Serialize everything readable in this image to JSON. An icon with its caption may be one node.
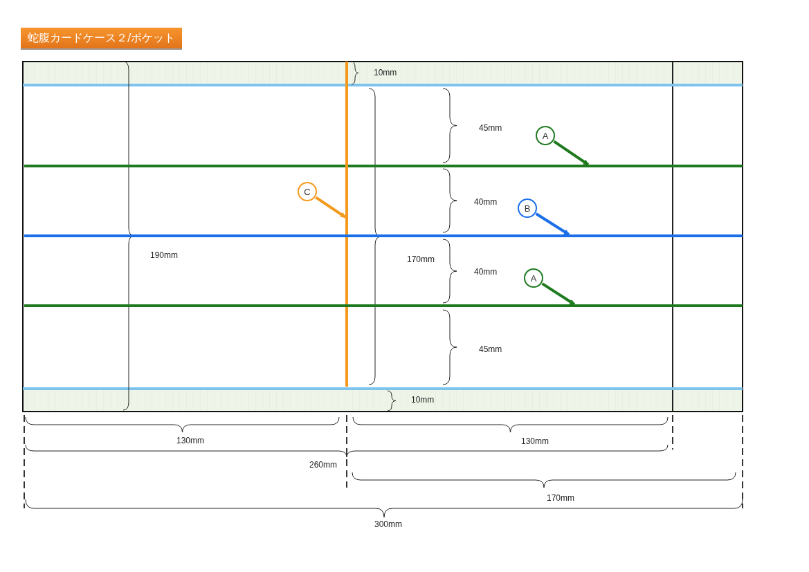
{
  "diagram": {
    "title": "蛇腹カードケース２/ポケット",
    "nodes": [
      {
        "text": [
          "A"
        ]
      },
      {
        "text": [],
        "shape": "bar"
      },
      {
        "text": [
          "C"
        ]
      },
      {
        "text": [],
        "shape": "bar"
      },
      {
        "text": [
          "B"
        ]
      },
      {
        "text": [],
        "shape": "bar"
      },
      {
        "text": [
          "A"
        ]
      },
      {
        "text": [],
        "shape": "bar"
      }
    ],
    "edges": [
      {
        "from": 0,
        "to": 1,
        "arrow": "to"
      },
      {
        "from": 2,
        "to": 3,
        "arrow": "to",
        "color": "#f39a1e"
      },
      {
        "from": 4,
        "to": 5,
        "arrow": "to",
        "color": "#1a6ee8"
      },
      {
        "from": 6,
        "to": 7,
        "arrow": "to"
      }
    ],
    "labels": [
      "10mm",
      "45mm",
      "40mm",
      "190mm",
      "170mm",
      "40mm",
      "45mm",
      "10mm",
      "130mm",
      "130mm",
      "260mm",
      "170mm",
      "300mm"
    ]
  }
}
